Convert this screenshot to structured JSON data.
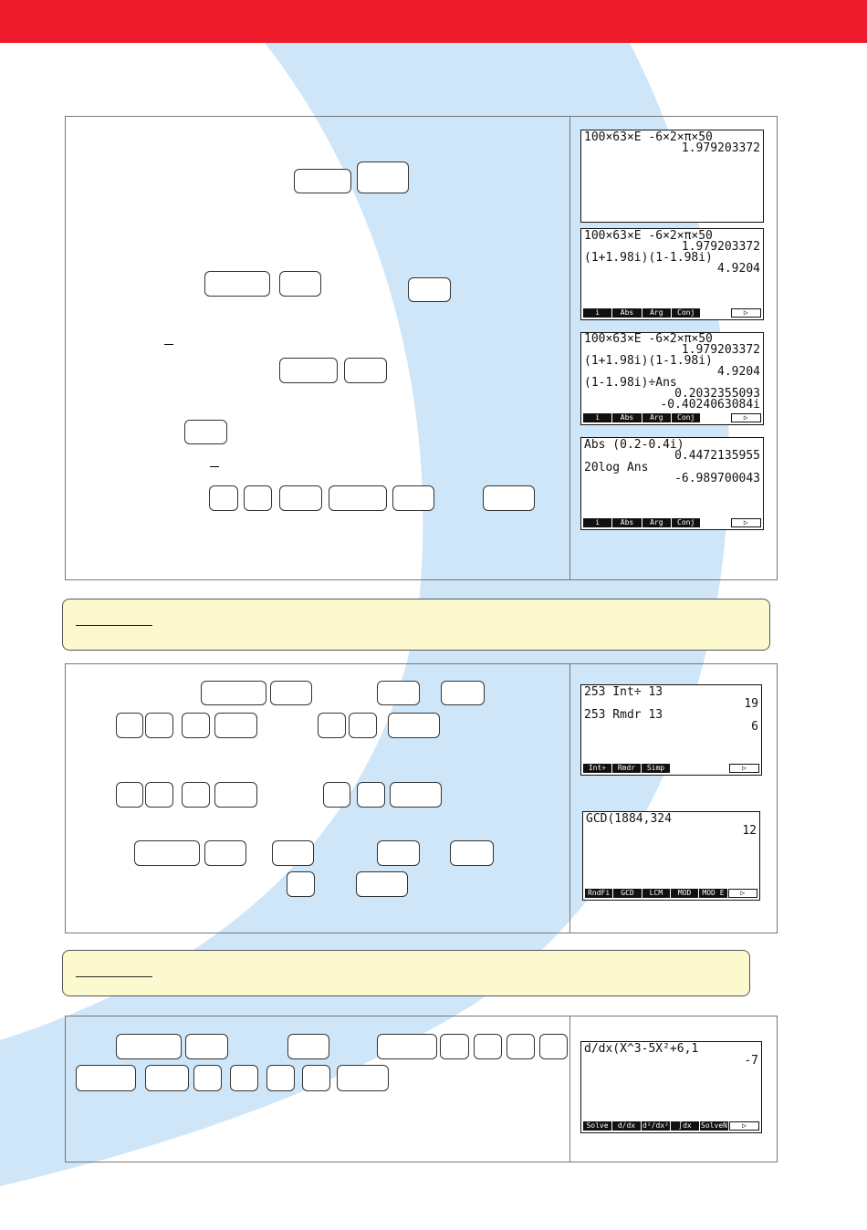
{
  "colors": {
    "header_red": "#ee1c2a",
    "swoosh_blue": "#cfe6f8",
    "note_yellow": "#fdf9cf"
  },
  "screens": {
    "s1": {
      "lines": [
        "100×63×E -6×2×π×50",
        "1.979203372"
      ],
      "menu": []
    },
    "s2": {
      "lines": [
        "100×63×E -6×2×π×50",
        "1.979203372",
        "(1+1.98i)(1-1.98i)",
        "4.9204"
      ],
      "menu": [
        "i",
        "Abs",
        "Arg",
        "Conj",
        "",
        "▷"
      ]
    },
    "s3": {
      "lines": [
        "100×63×E -6×2×π×50",
        "1.979203372",
        "(1+1.98i)(1-1.98i)",
        "4.9204",
        "(1-1.98i)÷Ans",
        "0.2032355093",
        "-0.4024063084i"
      ],
      "menu": [
        "i",
        "Abs",
        "Arg",
        "Conj",
        "",
        "▷"
      ]
    },
    "s4": {
      "lines": [
        "Abs (0.2-0.4i)",
        "0.4472135955",
        "20log Ans",
        "-6.989700043"
      ],
      "menu": [
        "i",
        "Abs",
        "Arg",
        "Conj",
        "",
        "▷"
      ]
    },
    "s5": {
      "lines": [
        "253 Int÷ 13",
        "19",
        "253 Rmdr 13",
        "6"
      ],
      "menu": [
        "Int÷",
        "Rmdr",
        "Simp",
        "",
        "",
        "▷"
      ]
    },
    "s6": {
      "lines": [
        "GCD(1884,324",
        "12"
      ],
      "menu": [
        "RndFi",
        "GCD",
        "LCM",
        "MOD",
        "MOD E",
        "▷"
      ]
    },
    "s7": {
      "lines": [
        "d/dx(X^3-5X²+6,1",
        "-7"
      ],
      "menu": [
        "Solve",
        "d/dx",
        "d²/dx²",
        "∫dx",
        "SolveN",
        "▷"
      ]
    }
  }
}
